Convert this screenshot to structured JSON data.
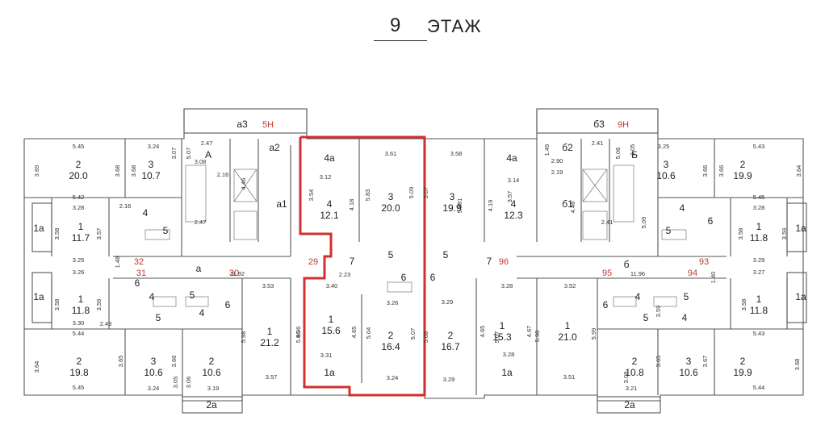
{
  "header": {
    "floor_number": "9",
    "floor_label": "ЭТАЖ"
  },
  "colors": {
    "highlight": "#d32f2f",
    "apartment_number": "#c0392b",
    "walls": "#555555"
  },
  "apartment_numbers": [
    "5Н",
    "9Н",
    "29",
    "32",
    "31",
    "30",
    "96",
    "95",
    "93",
    "94"
  ],
  "room_labels": [
    "а3",
    "а2",
    "А",
    "а1",
    "а",
    "б3",
    "б2",
    "Б",
    "б1",
    "б",
    "1а",
    "2а",
    "4а"
  ],
  "rooms": [
    {
      "num": "2",
      "area": "20.0"
    },
    {
      "num": "3",
      "area": "10.7"
    },
    {
      "num": "1",
      "area": "11.7"
    },
    {
      "num": "4",
      "area": "12.1"
    },
    {
      "num": "3",
      "area": "20.0"
    },
    {
      "num": "3",
      "area": "19.9"
    },
    {
      "num": "4",
      "area": "12.3"
    },
    {
      "num": "3",
      "area": "10.6"
    },
    {
      "num": "2",
      "area": "19.9"
    },
    {
      "num": "1",
      "area": "11.8"
    },
    {
      "num": "1",
      "area": "11.8"
    },
    {
      "num": "2",
      "area": "19.8"
    },
    {
      "num": "3",
      "area": "10.6"
    },
    {
      "num": "2",
      "area": "10.6"
    },
    {
      "num": "1",
      "area": "21.2"
    },
    {
      "num": "1",
      "area": "15.6"
    },
    {
      "num": "2",
      "area": "16.4"
    },
    {
      "num": "2",
      "area": "16.7"
    },
    {
      "num": "1",
      "area": "15.3"
    },
    {
      "num": "1",
      "area": "21.0"
    },
    {
      "num": "2",
      "area": "10.8"
    },
    {
      "num": "3",
      "area": "10.6"
    },
    {
      "num": "2",
      "area": "19.9"
    },
    {
      "num": "1",
      "area": "11.8"
    }
  ],
  "service_numbers": [
    "4",
    "5",
    "6",
    "7",
    "5",
    "6",
    "4",
    "5",
    "6",
    "7",
    "5",
    "6",
    "4",
    "5",
    "6",
    "4",
    "5",
    "4",
    "5",
    "6",
    "4",
    "5"
  ],
  "dimensions": [
    "5.45",
    "3.24",
    "3.07",
    "5.07",
    "2.47",
    "3.69",
    "3.68",
    "3.68",
    "3.08",
    "2.16",
    "5.42",
    "4.46",
    "3.28",
    "2.16",
    "2.47",
    "3.58",
    "3.57",
    "3.25",
    "1.48",
    "11.92",
    "3.26",
    "3.53",
    "3.58",
    "3.59",
    "3.30",
    "2.43",
    "5.44",
    "5.98",
    "5.96",
    "3.64",
    "3.65",
    "3.66",
    "3.05",
    "3.06",
    "3.19",
    "5.45",
    "3.24",
    "3.57",
    "3.61",
    "3.12",
    "3.54",
    "4.18",
    "5.83",
    "5.09",
    "3.40",
    "2.23",
    "4.65",
    "4.96",
    "3.26",
    "5.04",
    "5.07",
    "3.31",
    "3.24",
    "3.58",
    "5.07",
    "5.881",
    "3.14",
    "4.19",
    "3.57",
    "3.29",
    "5.08",
    "3.29",
    "3.28",
    "4.65",
    "5.07",
    "4.67",
    "3.28",
    "1.49",
    "2.90",
    "2.19",
    "2.41",
    "5.06",
    "3.05",
    "3.25",
    "5.43",
    "3.66",
    "3.66",
    "3.64",
    "5.45",
    "4.46",
    "5.09",
    "2.41",
    "3.28",
    "3.58",
    "3.59",
    "3.29",
    "11.96",
    "1.40",
    "3.27",
    "3.52",
    "3.59",
    "5.98",
    "5.99",
    "3.58",
    "5.43",
    "3.65",
    "3.67",
    "3.68",
    "3.08",
    "3.21",
    "3.51",
    "5.44"
  ]
}
